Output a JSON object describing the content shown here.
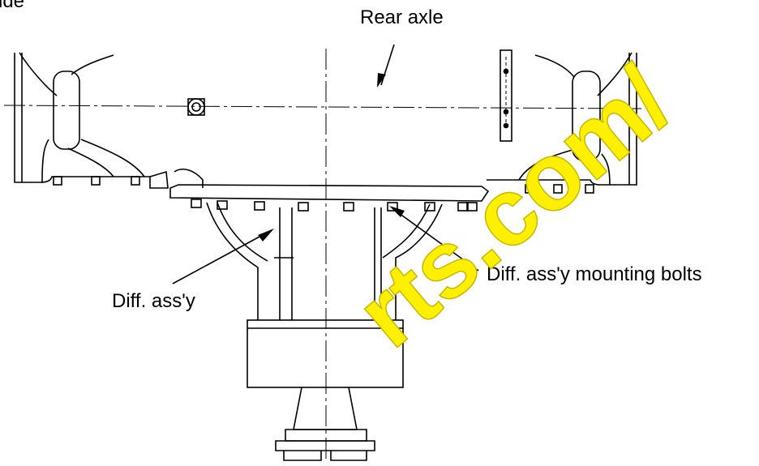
{
  "labels": {
    "top_left_fragment": "ide",
    "rear_axle": "Rear axle",
    "diff_assy": "Diff. ass'y",
    "mounting_bolts": "Diff. ass'y mounting bolts"
  },
  "watermark": {
    "text": "rts.com/",
    "color": "#ffef00"
  }
}
